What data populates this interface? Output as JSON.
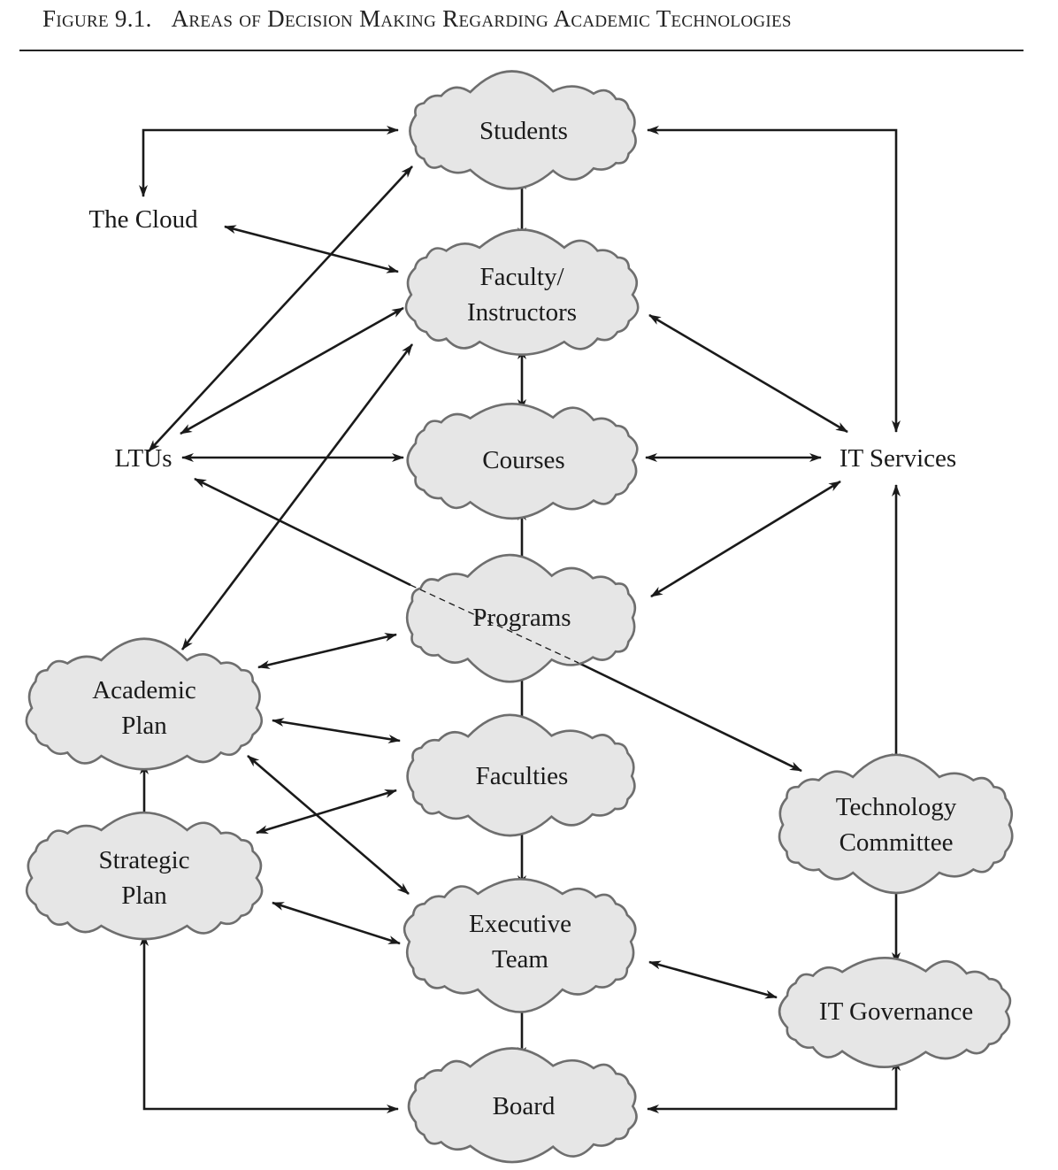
{
  "figure": {
    "number": "Figure 9.1.",
    "title": "Areas of Decision Making Regarding Academic Technologies"
  },
  "colors": {
    "cloud_fill": "#e6e6e6",
    "cloud_stroke": "#6e6e6e",
    "line": "#1a1a1a"
  },
  "nodes": [
    {
      "id": "students",
      "lines": [
        "Students"
      ],
      "shape": "cloud"
    },
    {
      "id": "cloud",
      "lines": [
        "The Cloud"
      ],
      "shape": "text"
    },
    {
      "id": "faculty",
      "lines": [
        "Faculty/",
        "Instructors"
      ],
      "shape": "cloud"
    },
    {
      "id": "ltus",
      "lines": [
        "LTUs"
      ],
      "shape": "text"
    },
    {
      "id": "courses",
      "lines": [
        "Courses"
      ],
      "shape": "cloud"
    },
    {
      "id": "itservices",
      "lines": [
        "IT Services"
      ],
      "shape": "text"
    },
    {
      "id": "programs",
      "lines": [
        "Programs"
      ],
      "shape": "cloud"
    },
    {
      "id": "academic",
      "lines": [
        "Academic",
        "Plan"
      ],
      "shape": "cloud"
    },
    {
      "id": "faculties",
      "lines": [
        "Faculties"
      ],
      "shape": "cloud"
    },
    {
      "id": "techcomm",
      "lines": [
        "Technology",
        "Committee"
      ],
      "shape": "cloud"
    },
    {
      "id": "strategic",
      "lines": [
        "Strategic",
        "Plan"
      ],
      "shape": "cloud"
    },
    {
      "id": "exec",
      "lines": [
        "Executive",
        "Team"
      ],
      "shape": "cloud"
    },
    {
      "id": "itgov",
      "lines": [
        "IT Governance"
      ],
      "shape": "cloud"
    },
    {
      "id": "board",
      "lines": [
        "Board"
      ],
      "shape": "cloud"
    }
  ],
  "edges": [
    {
      "from": "students",
      "to": "cloud",
      "arrows": "both",
      "route": "elbow"
    },
    {
      "from": "students",
      "to": "itservices",
      "arrows": "both",
      "route": "elbow"
    },
    {
      "from": "students",
      "to": "faculty",
      "arrows": "both"
    },
    {
      "from": "students",
      "to": "ltus",
      "arrows": "both"
    },
    {
      "from": "cloud",
      "to": "faculty",
      "arrows": "both"
    },
    {
      "from": "faculty",
      "to": "ltus",
      "arrows": "both"
    },
    {
      "from": "faculty",
      "to": "courses",
      "arrows": "both"
    },
    {
      "from": "faculty",
      "to": "itservices",
      "arrows": "both"
    },
    {
      "from": "faculty",
      "to": "academic",
      "arrows": "both"
    },
    {
      "from": "ltus",
      "to": "courses",
      "arrows": "both"
    },
    {
      "from": "courses",
      "to": "itservices",
      "arrows": "both"
    },
    {
      "from": "courses",
      "to": "programs",
      "arrows": "both"
    },
    {
      "from": "ltus",
      "to": "techcomm",
      "arrows": "both",
      "dashed_segment_through": "programs"
    },
    {
      "from": "itservices",
      "to": "programs",
      "arrows": "both"
    },
    {
      "from": "itservices",
      "to": "techcomm",
      "arrows": "both"
    },
    {
      "from": "programs",
      "to": "academic",
      "arrows": "both"
    },
    {
      "from": "programs",
      "to": "faculties",
      "arrows": "both"
    },
    {
      "from": "academic",
      "to": "faculties",
      "arrows": "both"
    },
    {
      "from": "academic",
      "to": "strategic",
      "arrows": "both"
    },
    {
      "from": "academic",
      "to": "exec",
      "arrows": "both"
    },
    {
      "from": "faculties",
      "to": "strategic",
      "arrows": "both"
    },
    {
      "from": "faculties",
      "to": "exec",
      "arrows": "both"
    },
    {
      "from": "strategic",
      "to": "exec",
      "arrows": "both"
    },
    {
      "from": "strategic",
      "to": "board",
      "arrows": "both",
      "route": "elbow"
    },
    {
      "from": "exec",
      "to": "board",
      "arrows": "both"
    },
    {
      "from": "exec",
      "to": "itgov",
      "arrows": "both"
    },
    {
      "from": "techcomm",
      "to": "itgov",
      "arrows": "both"
    },
    {
      "from": "itgov",
      "to": "board",
      "arrows": "both",
      "route": "elbow"
    }
  ]
}
